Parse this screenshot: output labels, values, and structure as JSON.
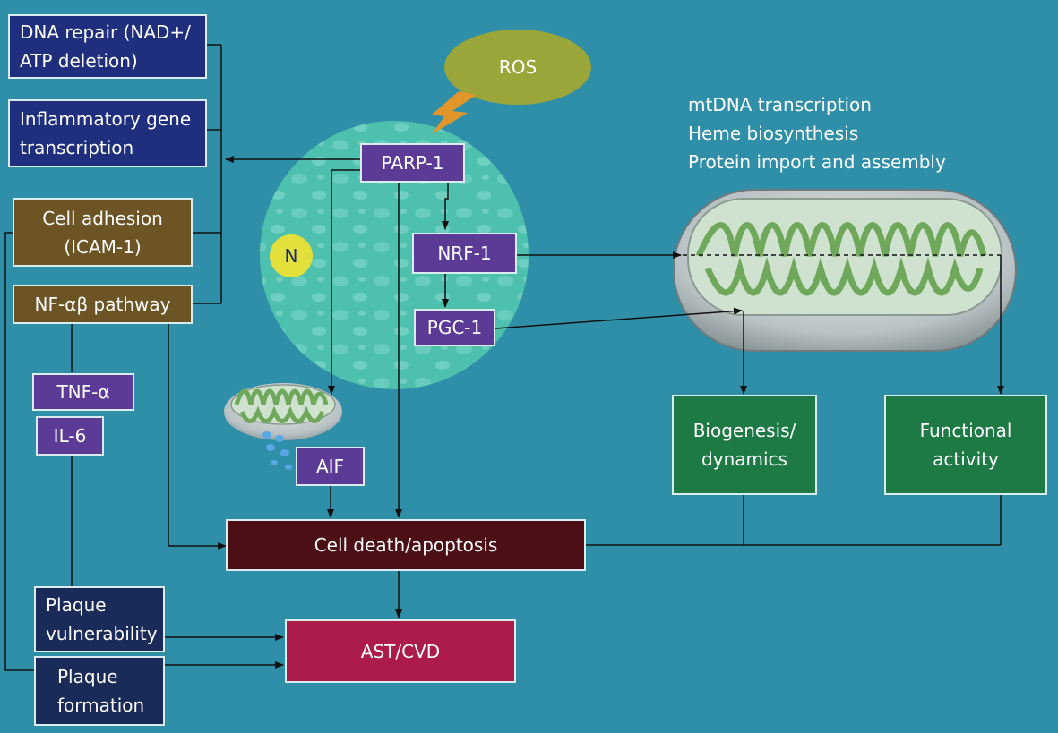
{
  "labels": {
    "ros": "ROS",
    "n": "N",
    "dna_repair": "DNA repair (NAD+/ ATP deletion)",
    "inflammatory": "Inflammatory gene transcription",
    "cell_adhesion": "Cell adhesion (ICAM-1)",
    "nfkb": "NF-αβ pathway",
    "parp1": "PARP-1",
    "nrf1": "NRF-1",
    "pgc1": "PGC-1",
    "tnf": "TNF-α",
    "il6": "IL-6",
    "aif": "AIF",
    "cell_death": "Cell death/apoptosis",
    "plaque_vulnerability": "Plaque vulnerability",
    "plaque_formation": "Plaque formation",
    "ast_cvd": "AST/CVD",
    "biogenesis": "Biogenesis/ dynamics",
    "functional": "Functional activity"
  },
  "mito_functions": [
    "mtDNA transcription",
    "Heme biosynthesis",
    "Protein import and assembly"
  ],
  "colors": {
    "background": "#2f8fa8",
    "nucleus": "#4ec0ae",
    "ros": "#9aa63a",
    "n_circle": "#e3df3b",
    "navy": "#1f2f7d",
    "brown": "#6d5424",
    "purple": "#5c3b96",
    "green": "#1e7a44",
    "maroon": "#4b0f15",
    "crimson": "#ad1b4b"
  }
}
